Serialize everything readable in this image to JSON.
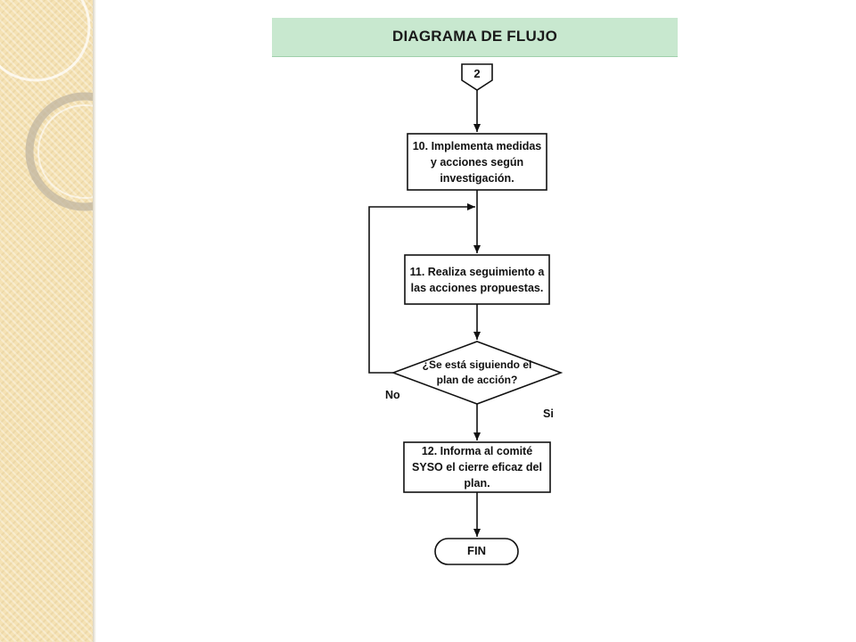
{
  "header": {
    "title": "DIAGRAMA DE FLUJO"
  },
  "flow": {
    "connector": "2",
    "step10": "10. Implementa medidas y acciones según investigación.",
    "step11": "11. Realiza seguimiento a las acciones propuestas.",
    "decision": "¿Se está siguiendo el plan de acción?",
    "no_label": "No",
    "yes_label": "Si",
    "step12": "12. Informa al comité SYSO el cierre eficaz del plan.",
    "end": "FIN"
  }
}
